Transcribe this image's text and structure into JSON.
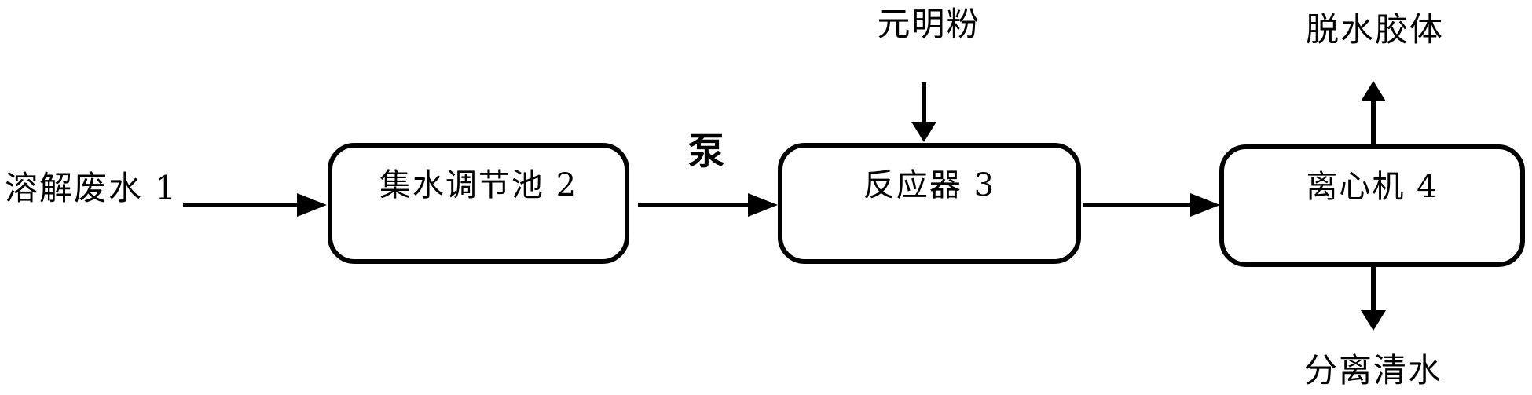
{
  "diagram": {
    "background_color": "#ffffff",
    "line_color": "#000000",
    "external_labels": {
      "input": "溶解废水 1",
      "pump": "泵",
      "reagent": "元明粉",
      "top_output": "脱水胶体",
      "bottom_output": "分离清水"
    },
    "nodes": {
      "pool": {
        "label": "集水调节池 2"
      },
      "reactor": {
        "label": "反应器 3"
      },
      "centrifuge": {
        "label": "离心机 4"
      }
    },
    "flows": [
      {
        "from": "溶解废水 1",
        "to": "集水调节池 2",
        "label": ""
      },
      {
        "from": "集水调节池 2",
        "to": "反应器 3",
        "label": "泵"
      },
      {
        "from": "元明粉",
        "to": "反应器 3",
        "label": ""
      },
      {
        "from": "反应器 3",
        "to": "离心机 4",
        "label": ""
      },
      {
        "from": "离心机 4",
        "to": "脱水胶体",
        "label": ""
      },
      {
        "from": "离心机 4",
        "to": "分离清水",
        "label": ""
      }
    ]
  }
}
